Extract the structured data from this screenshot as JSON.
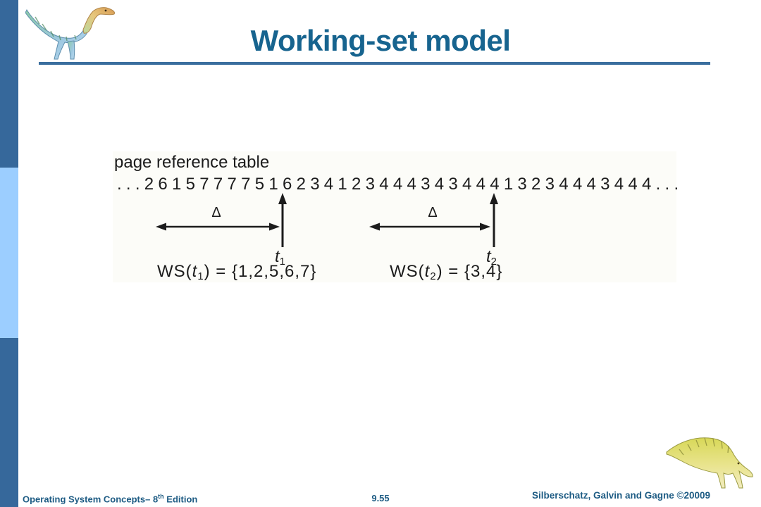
{
  "slide": {
    "title": "Working-set model",
    "page_number": "9.55"
  },
  "footer": {
    "book_prefix": "Operating System Concepts– 8",
    "book_sup": "th",
    "book_suffix": " Edition",
    "credit": "Silberschatz, Galvin and Gagne ©20009"
  },
  "figure": {
    "label": "page reference table",
    "sequence": ". . . 2 6 1 5 7 7 7 7 5 1 6 2 3 4 1 2 3 4 4 4 3 4 3 4 4 4 1 3 2 3 4 4 4 3 4 4 4 . . .",
    "window1": {
      "delta": "Δ",
      "t_base": "t",
      "t_sub": "1",
      "ws_prefix": "WS(",
      "ws_suffix": ") = {1,2,5,6,7}"
    },
    "window2": {
      "delta": "Δ",
      "t_base": "t",
      "t_sub": "2",
      "ws_prefix": "WS(",
      "ws_suffix": ") = {3,4}"
    }
  },
  "icons": {
    "top_left": "dinosaur-logo",
    "bottom_right": "dinosaur-logo"
  },
  "colors": {
    "sidebar_dark": "#36689B",
    "sidebar_light": "#9CCEFF",
    "title_blue": "#17648F",
    "footer_blue": "#1E5C84",
    "rule_blue": "#3A6E9E",
    "figure_text": "#1C1C1C"
  }
}
